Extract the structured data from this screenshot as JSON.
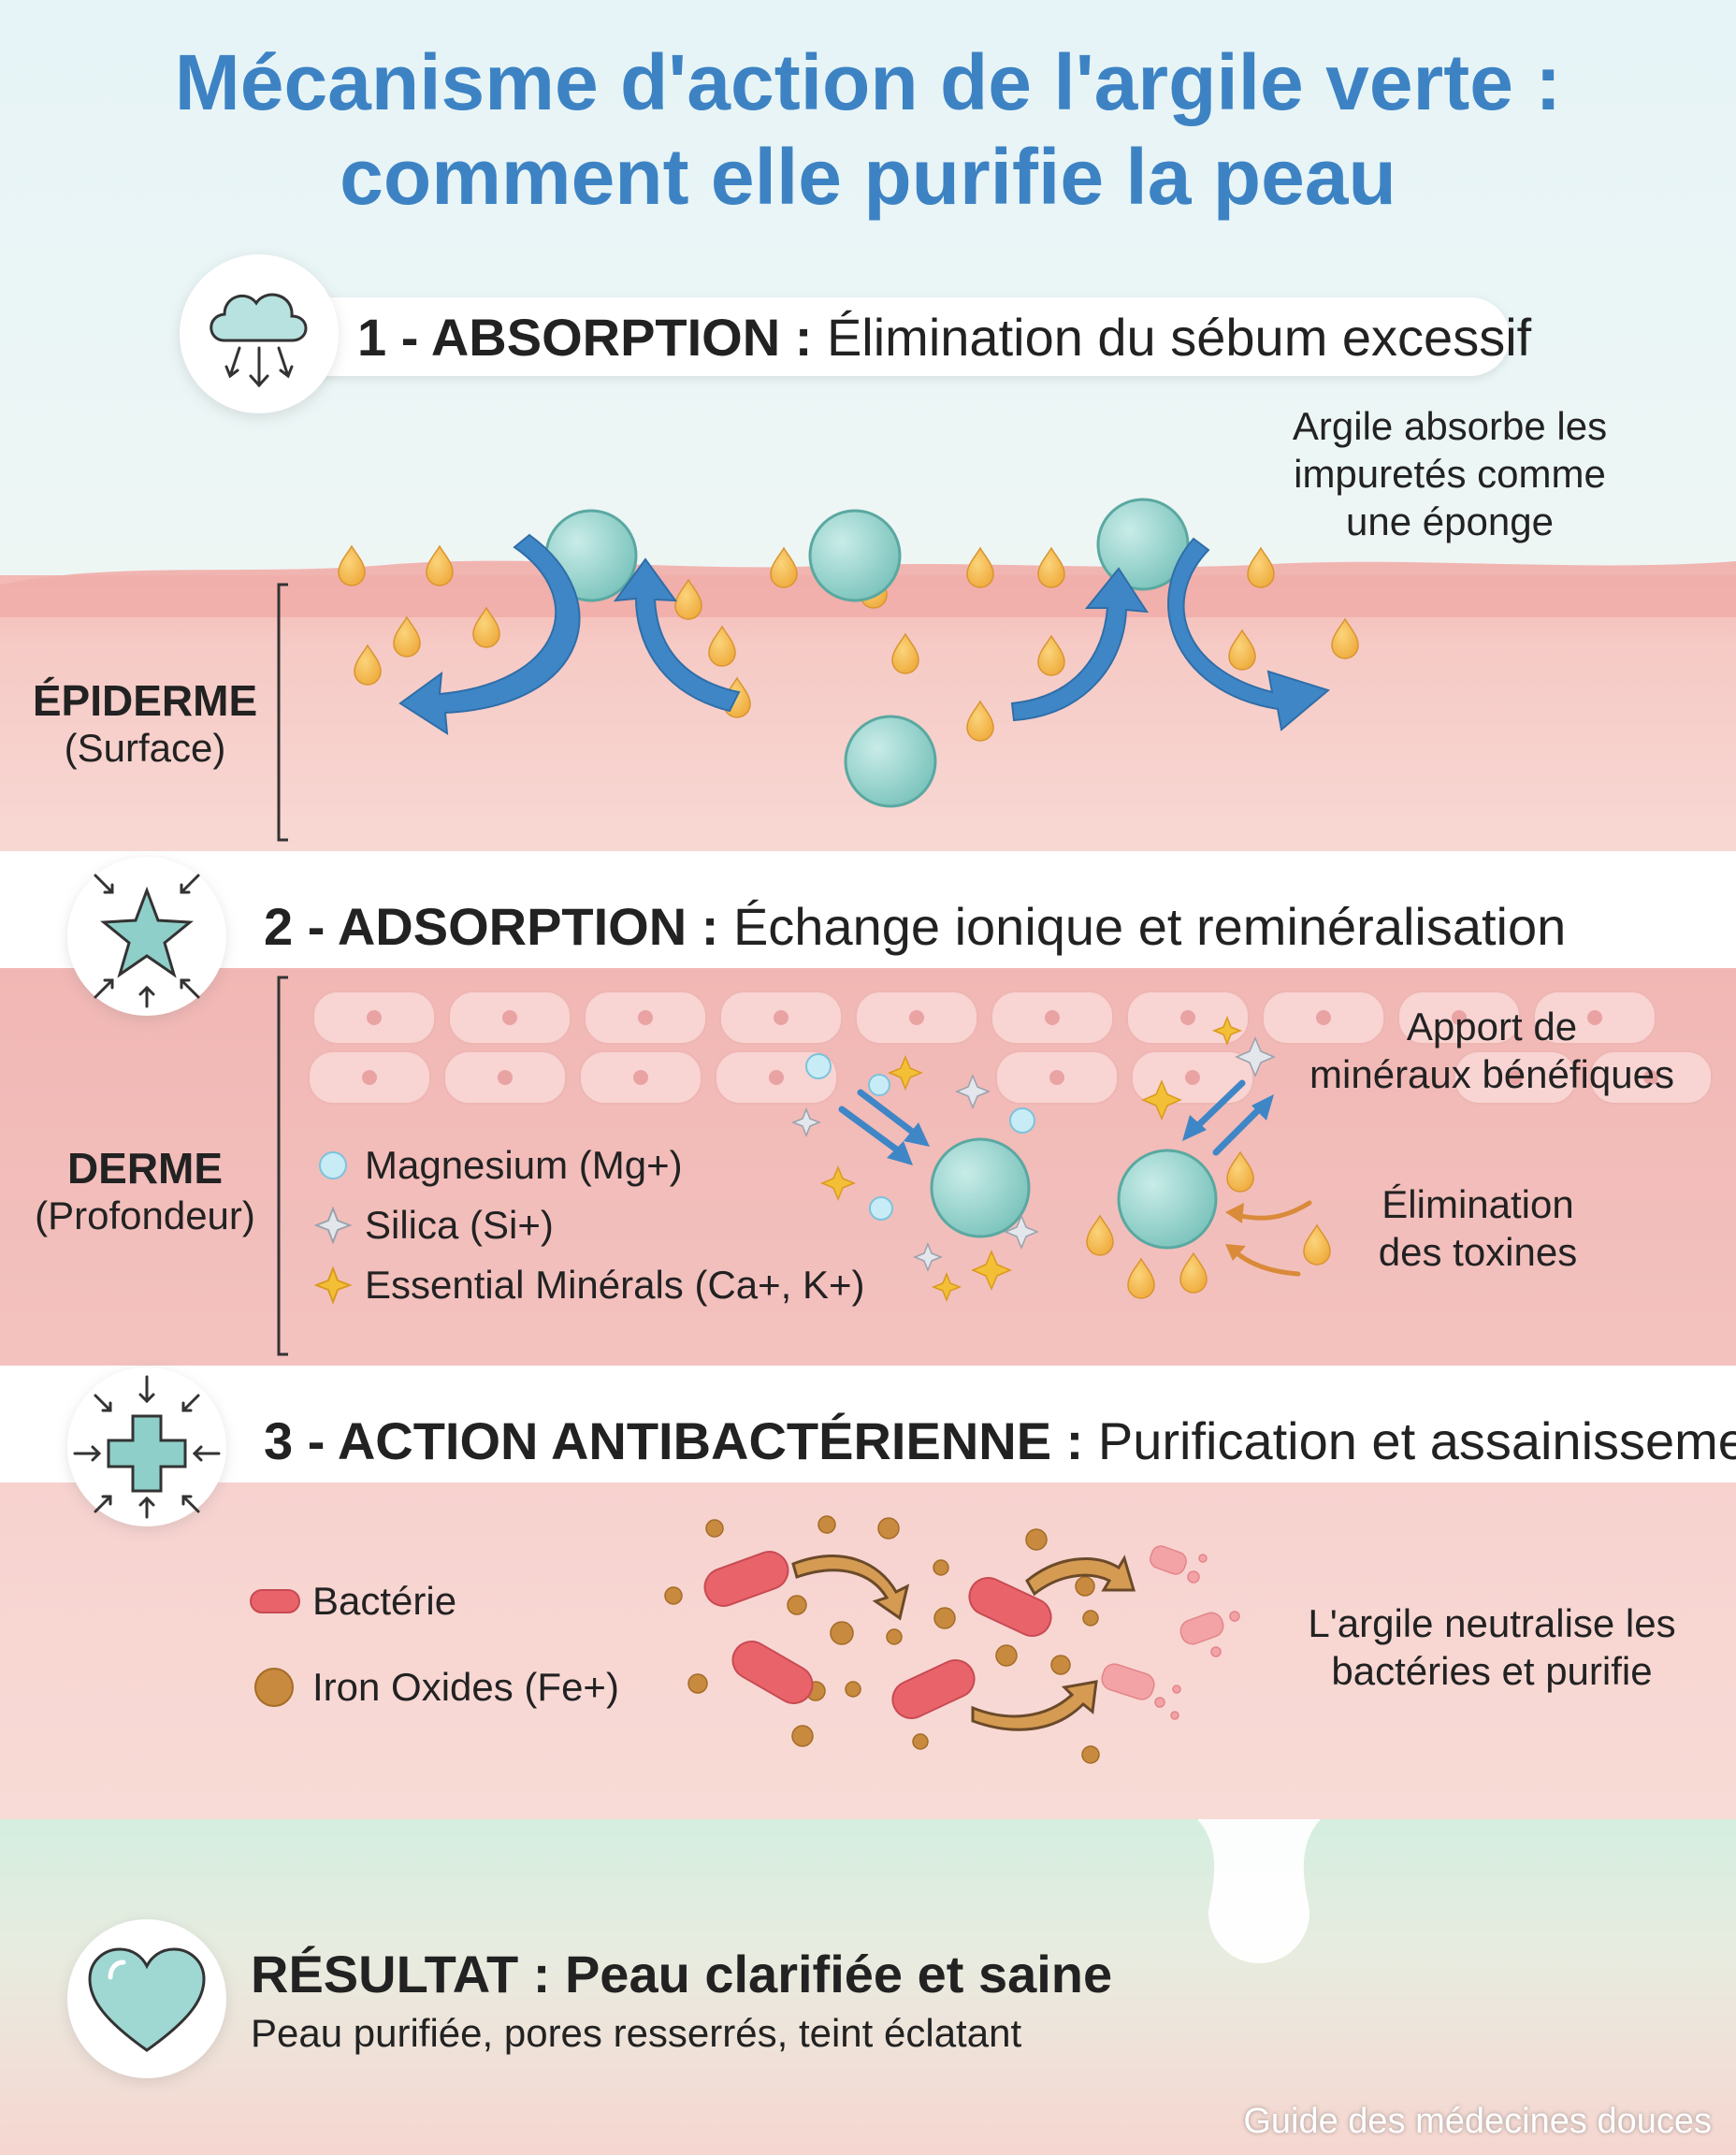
{
  "title": {
    "line1": "Mécanisme d'action de l'argile verte :",
    "line2": "comment elle purifie la peau"
  },
  "sections": [
    {
      "title": "1 - ABSORPTION :",
      "subtitle": " Élimination du sébum excessif",
      "icon": "cloud-absorption-icon"
    },
    {
      "title": "2 - ADSORPTION :",
      "subtitle": " Échange ionique et reminéralisation",
      "icon": "star-mineral-icon"
    },
    {
      "title": "3 - ACTION ANTIBACTÉRIENNE :",
      "subtitle": " Purification et assainissement",
      "icon": "medical-cross-icon"
    }
  ],
  "layers": {
    "epiderme": {
      "name": "ÉPIDERME",
      "detail": "(Surface)"
    },
    "derme": {
      "name": "DERME",
      "detail": "(Profondeur)"
    }
  },
  "notes": {
    "absorption": [
      "Argile absorbe les",
      "impuretés comme",
      "une éponge"
    ],
    "minerals": [
      "Apport de",
      "minéraux bénéfiques"
    ],
    "toxins": [
      "Élimination",
      "des toxines"
    ],
    "bacteria": [
      "L'argile neutralise les",
      "bactéries et purifie"
    ]
  },
  "legend_minerals": [
    {
      "label": "Magnesium (Mg+)",
      "icon": "circle-icon"
    },
    {
      "label": "Silica (Si+)",
      "icon": "silver-star-icon"
    },
    {
      "label": "Essential Minérals (Ca+, K+)",
      "icon": "gold-star-icon"
    }
  ],
  "legend_bacteria": [
    {
      "label": "Bactérie",
      "icon": "bacteria-icon"
    },
    {
      "label": "Iron Oxides (Fe+)",
      "icon": "iron-dot-icon"
    }
  ],
  "result": {
    "title": "RÉSULTAT : Peau clarifiée et saine",
    "subtitle": "Peau purifiée, pores resserrés, teint éclatant",
    "icon": "heart-icon"
  },
  "watermark": "Guide des médecines douces",
  "colors": {
    "title": "#3d83c4",
    "clay": "#8fcfc9",
    "sebum": "#f2b448",
    "arrow_blue": "#3f86c6",
    "arrow_orange": "#d98b3a",
    "bacteria": "#e8646a",
    "iron": "#c78a3e"
  }
}
